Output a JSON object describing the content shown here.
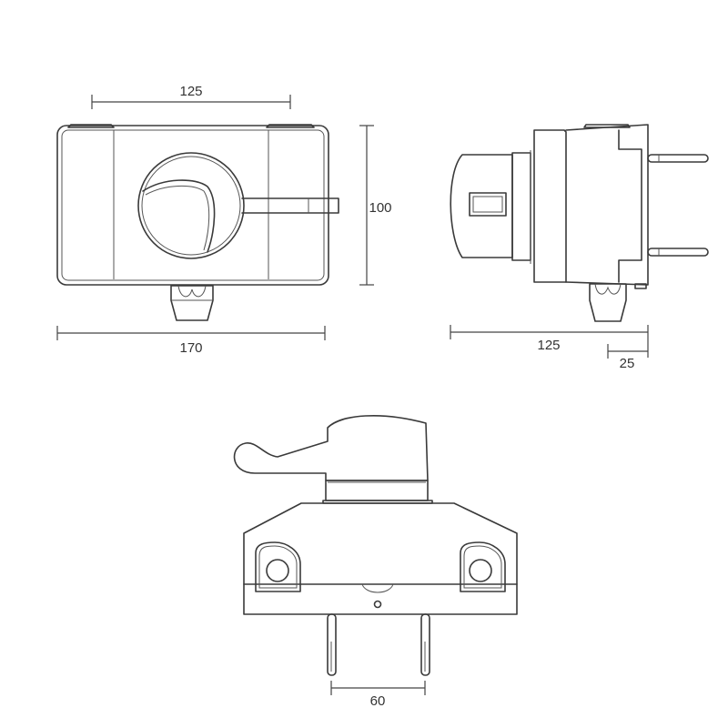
{
  "top_view": {
    "dim_width_upper": "125",
    "dim_height": "100",
    "dim_width_lower": "170"
  },
  "side_view": {
    "dim_depth": "125",
    "dim_pin_length": "25"
  },
  "bottom_view": {
    "dim_pin_spacing": "60"
  },
  "colors": {
    "line": "#3a3a3a",
    "background": "#ffffff"
  }
}
